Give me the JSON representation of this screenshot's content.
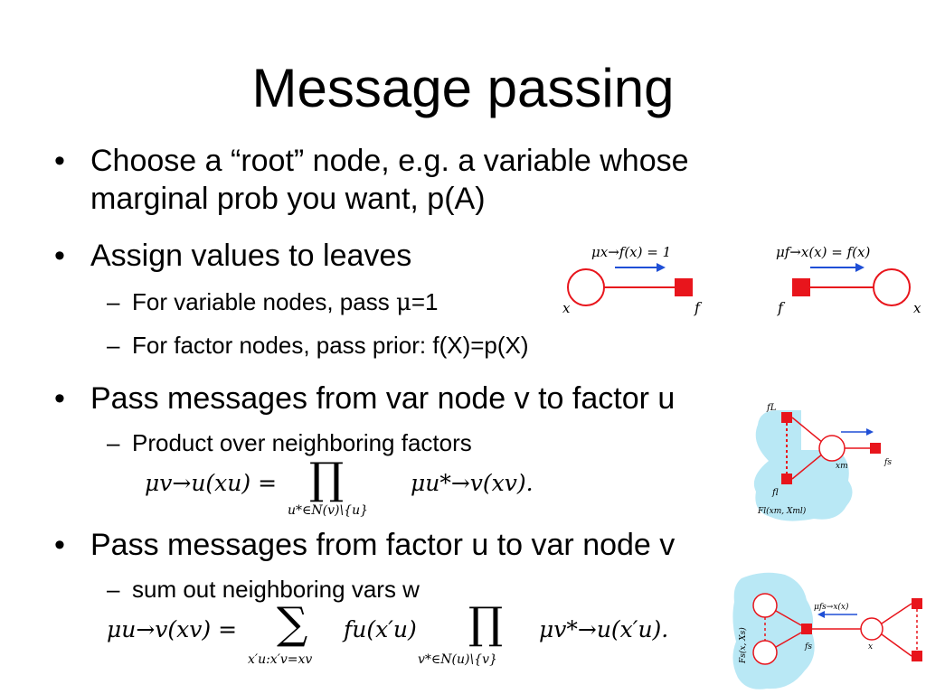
{
  "slide": {
    "title": "Message passing",
    "bullets": [
      {
        "line1": "Choose a “root” node, e.g. a variable whose",
        "line2": "marginal prob you want, p(A)"
      },
      {
        "text": "Assign values to leaves"
      },
      {
        "text": "Pass messages from var node v to factor u"
      },
      {
        "text": "Pass messages from factor u to var node v"
      }
    ],
    "subbullets": [
      {
        "dash": "–",
        "before": "For variable nodes, pass ",
        "mu": "μ",
        "after": "=1"
      },
      {
        "dash": "–",
        "text": "For factor nodes, pass prior: f(X)=p(X)"
      },
      {
        "dash": "–",
        "text": "Product over neighboring factors"
      },
      {
        "dash": "–",
        "text": "sum out neighboring vars w"
      }
    ],
    "bullet_symbol": "•"
  },
  "figures": {
    "var_to_factor": {
      "label": "μx→f(x) = 1",
      "var": "x",
      "factor": "f"
    },
    "factor_to_var": {
      "label": "μf→x(x) = f(x)",
      "var": "x",
      "factor": "f"
    },
    "fig3": {
      "top_factor": "fL",
      "bottom_factor": "fl",
      "var": "xm",
      "out_factor": "fs",
      "region": "Fl(xm, Xml)"
    },
    "fig4": {
      "msg": "μfs→x(x)",
      "factor": "fs",
      "var": "x",
      "region": "Fs(x, Xs)"
    }
  },
  "equations": {
    "eq1": {
      "lhs": "μv→u(xu) =",
      "op": "∏",
      "sub": "u*∈N(v)\\{u}",
      "rhs": "μu*→v(xv)."
    },
    "eq2": {
      "lhs": "μu→v(xv) =",
      "op1": "∑",
      "sub1": "x′u:x′v=xv",
      "mid": "fu(x′u)",
      "op2": "∏",
      "sub2": "v*∈N(u)\\{v}",
      "rhs": "μv*→u(x′u)."
    }
  },
  "colors": {
    "node": "#e8151c",
    "arrow": "#1f4fd6",
    "cloud": "#b9e8f5"
  }
}
